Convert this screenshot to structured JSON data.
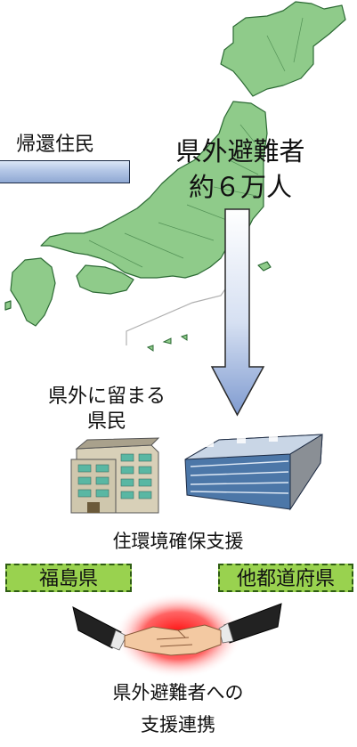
{
  "labels": {
    "returning_residents": "帰還住民",
    "evacuees_title": "県外避難者",
    "evacuees_count": "約６万人",
    "staying_line1": "県外に留まる",
    "staying_line2": "県民",
    "housing_support": "住環境確保支援",
    "fukushima": "福島県",
    "other_prefectures": "他都道府県",
    "cooperation_line1": "県外避難者への",
    "cooperation_line2": "支援連携"
  },
  "colors": {
    "map_fill": "#8fcb8a",
    "map_stroke": "#2c6a34",
    "arrow_fill_top": "#ffffff",
    "arrow_fill_bottom": "#7f9bd0",
    "pref_box": "#99d24f",
    "handshake_glow": "#ff0000"
  },
  "icons": {
    "map": "japan-map-icon",
    "arrow": "down-arrow-icon",
    "building_left": "apartment-building-icon",
    "building_right": "housing-complex-icon",
    "handshake": "handshake-icon"
  }
}
